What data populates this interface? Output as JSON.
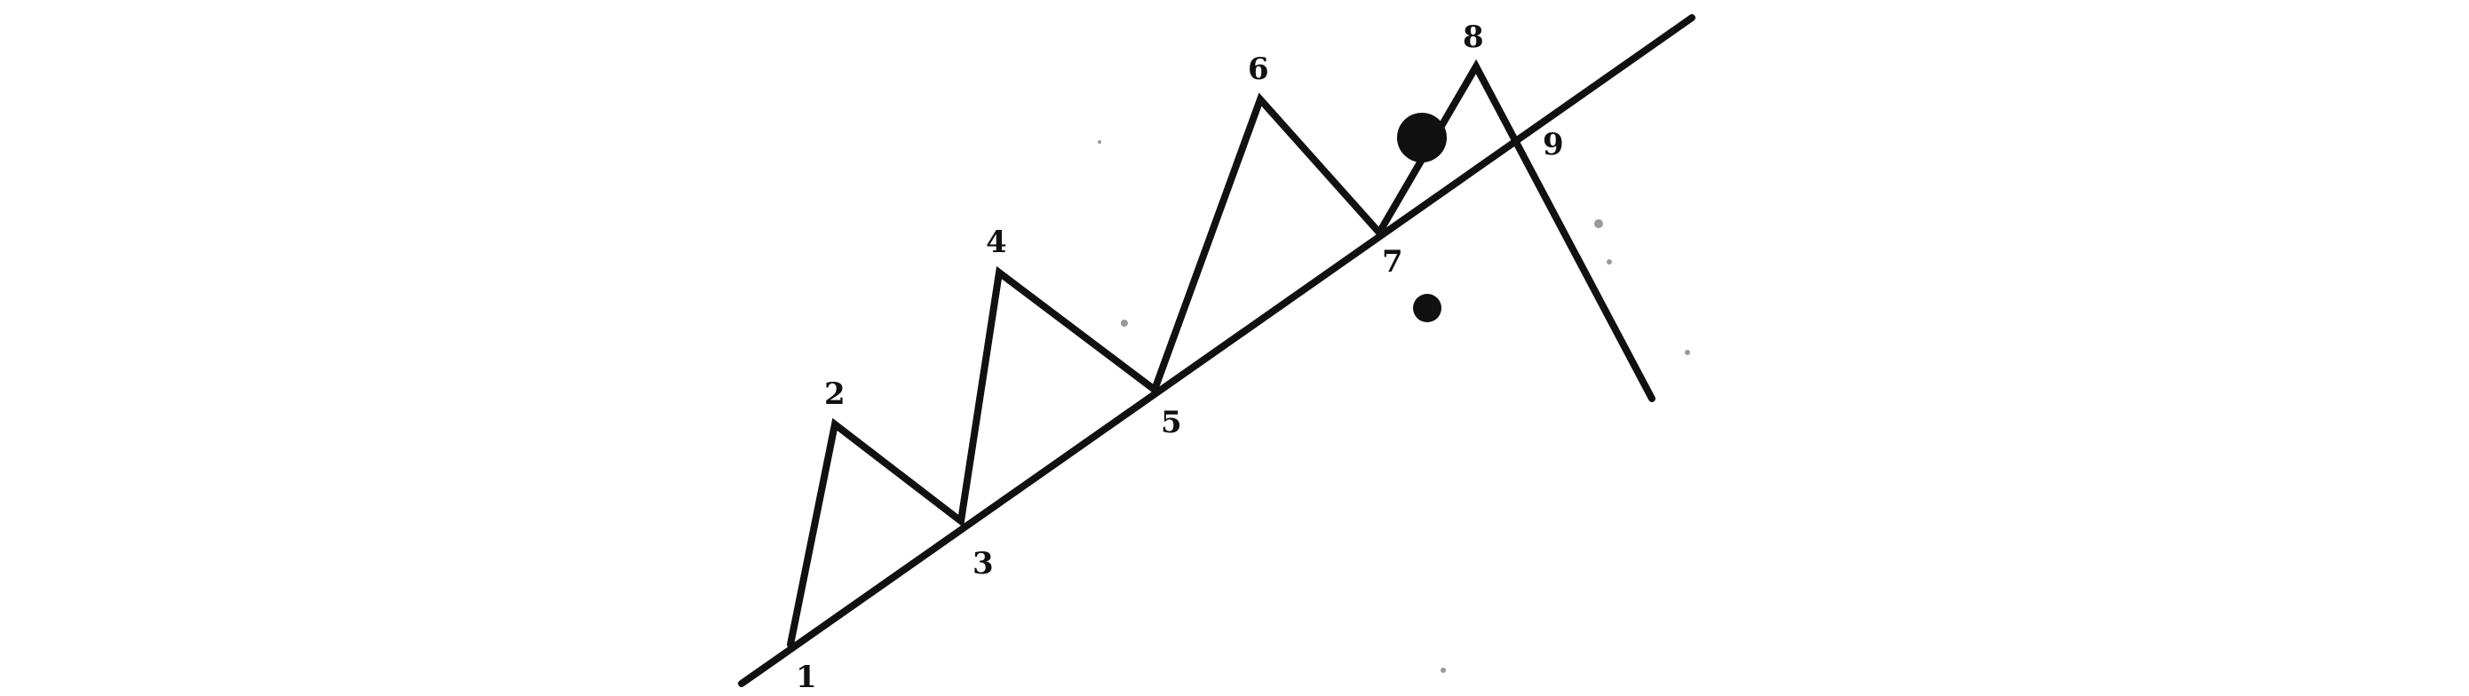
{
  "diagram": {
    "point_labels": [
      "1",
      "2",
      "3",
      "4",
      "5",
      "6",
      "7",
      "8",
      "9"
    ],
    "colors": {
      "background": "#ffffff",
      "ink": "#111111"
    }
  }
}
